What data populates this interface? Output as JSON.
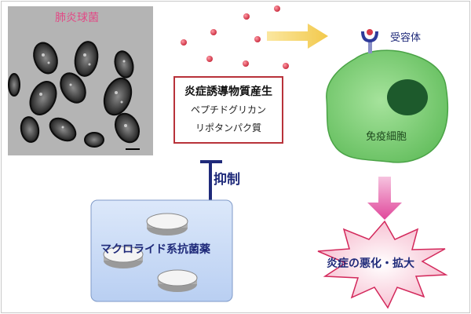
{
  "micrograph": {
    "caption": "肺炎球菌"
  },
  "inducer": {
    "title": "炎症誘導物質産生",
    "items": [
      "ペプチドグリカン",
      "リポタンパク質"
    ]
  },
  "inhibition": {
    "label": "抑制"
  },
  "drug": {
    "label": "マクロライド系抗菌薬"
  },
  "immune_cell": {
    "receptor_label": "受容体",
    "label": "免疫細胞"
  },
  "outcome": {
    "label": "炎症の悪化・拡大"
  },
  "colors": {
    "caption_pink": "#e24a86",
    "navy": "#1f2a7a",
    "box_border": "#b8323a",
    "cell_green": "#7fd07a",
    "nucleus": "#1d5a2c",
    "particle_red": "#d83a4a",
    "arrow_yellow": "#f2c94c",
    "arrow_pink": "#e0479b",
    "drug_panel": "#c6d9f5",
    "burst_pink": "#f9c9d8"
  }
}
